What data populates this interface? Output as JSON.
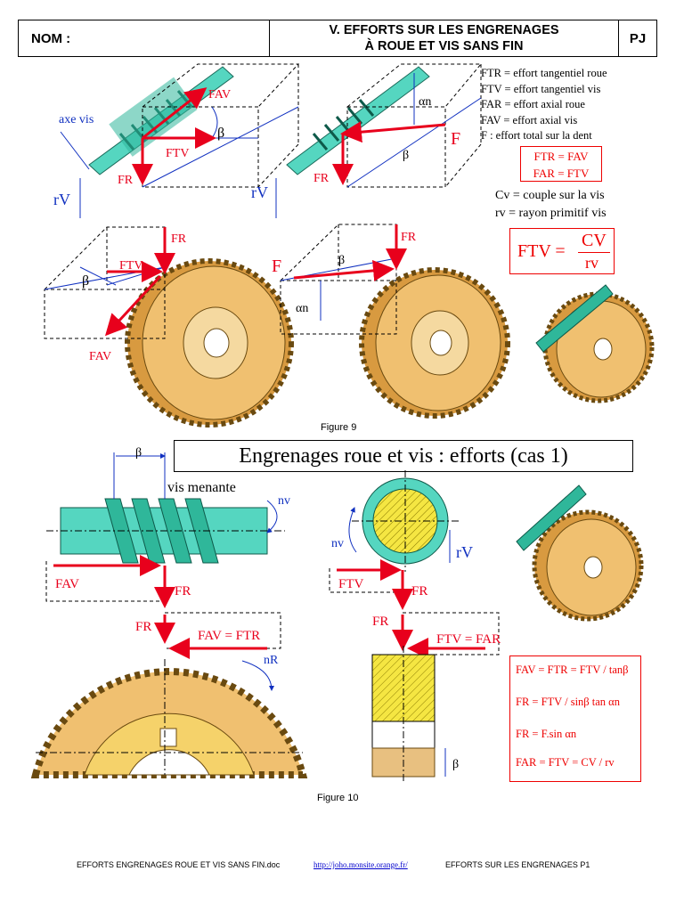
{
  "header": {
    "nom": "NOM :",
    "title_line1": "V. EFFORTS SUR LES ENGRENAGES",
    "title_line2": "À ROUE ET VIS SANS FIN",
    "pj": "PJ"
  },
  "legend": [
    "FTR = effort tangentiel roue",
    "FTV = effort tangentiel vis",
    "FAR = effort axial roue",
    "FAV = effort axial vis",
    "F : effort total sur la dent"
  ],
  "equalities": [
    "FTR = FAV",
    "FAR = FTV"
  ],
  "cv_lines": [
    "Cv = couple sur la vis",
    "rv = rayon primitif vis"
  ],
  "ftv_formula": {
    "lhs": "FTV =",
    "num": "CV",
    "den": "rv"
  },
  "labels": {
    "axe_vis": "axe vis",
    "fav": "FAV",
    "ftv": "FTV",
    "fr": "FR",
    "f": "F",
    "beta": "β",
    "alpha_n": "αn",
    "rv": "rV",
    "vis_menante": "vis menante",
    "nv": "nv",
    "nr": "nR",
    "fav_eq_ftr": "FAV = FTR",
    "ftv_eq_far": "FTV = FAR"
  },
  "figure9": "Figure 9",
  "figure10": "Figure 10",
  "cas_title": "Engrenages roue et vis : efforts  (cas 1)",
  "formulas": [
    "FAV = FTR = FTV / tanβ",
    "FR = FTV / sinβ tan αn",
    "FR = F.sin αn",
    "FAR = FTV = CV / rv"
  ],
  "footer": {
    "left": "EFFORTS ENGRENAGES ROUE ET VIS SANS FIN.doc",
    "url": "http://joho.monsite.orange.fr/",
    "right": "EFFORTS SUR LES ENGRENAGES P1"
  },
  "colors": {
    "force_red": "#e8001c",
    "worm_green": "#2fb79a",
    "gear_tan": "#f0c070",
    "dim_blue": "#1030c0"
  }
}
